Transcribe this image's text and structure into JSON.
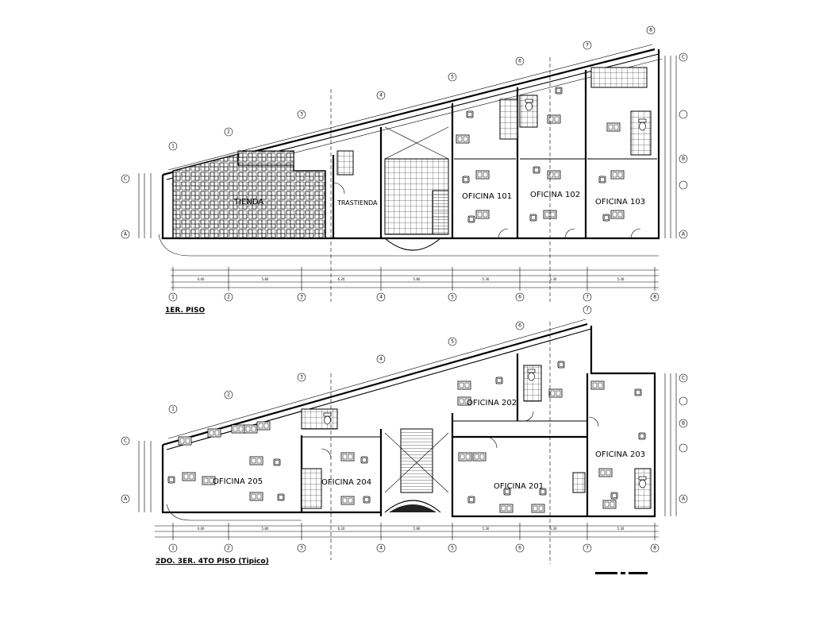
{
  "floor1": {
    "title": "1ER. PISO",
    "rooms": {
      "tienda": "TIENDA",
      "trastienda": "TRASTIENDA",
      "oficina101": "OFICINA 101",
      "oficina102": "OFICINA 102",
      "oficina103": "OFICINA 103"
    }
  },
  "floor2": {
    "title": "2DO. 3ER. 4TO  PISO (Tipico)",
    "rooms": {
      "oficina201": "OFICINA 201",
      "oficina202": "OFICINA 202",
      "oficina203": "OFICINA 203",
      "oficina204": "OFICINA 204",
      "oficina205": "OFICINA 205"
    }
  },
  "grid_axes": {
    "numbers": [
      "1",
      "2",
      "3",
      "4",
      "5",
      "6",
      "7",
      "8"
    ],
    "letters": [
      "A",
      "B",
      "C"
    ]
  }
}
